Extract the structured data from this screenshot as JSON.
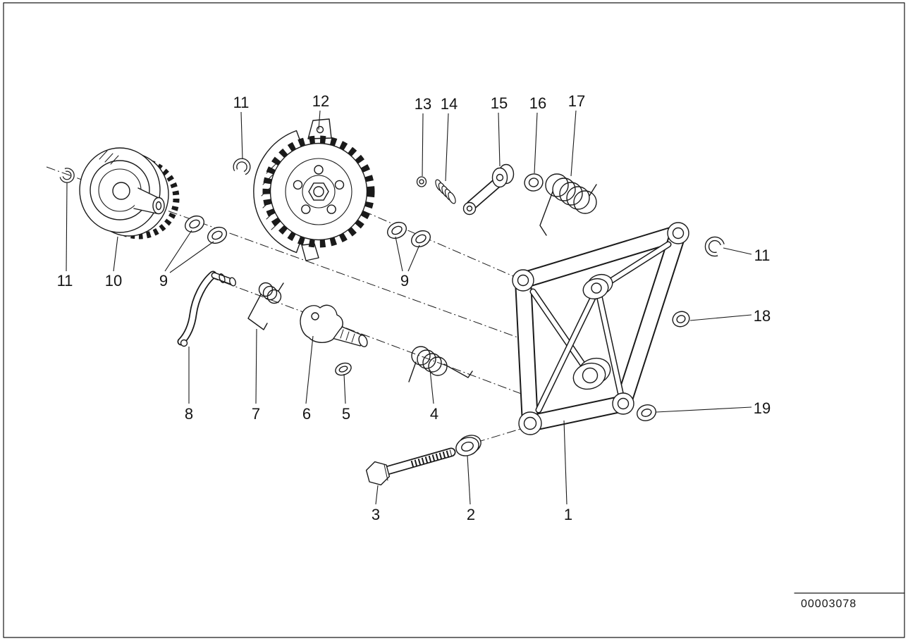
{
  "diagram": {
    "code": "00003078"
  },
  "colors": {
    "ink": "#1a1a1a",
    "background": "#ffffff"
  },
  "callouts": [
    {
      "label": "11"
    },
    {
      "label": "12"
    },
    {
      "label": "13"
    },
    {
      "label": "14"
    },
    {
      "label": "15"
    },
    {
      "label": "16"
    },
    {
      "label": "17"
    },
    {
      "label": "11"
    },
    {
      "label": "10"
    },
    {
      "label": "9"
    },
    {
      "label": "9"
    },
    {
      "label": "8"
    },
    {
      "label": "7"
    },
    {
      "label": "6"
    },
    {
      "label": "5"
    },
    {
      "label": "4"
    },
    {
      "label": "3"
    },
    {
      "label": "2"
    },
    {
      "label": "1"
    },
    {
      "label": "11"
    },
    {
      "label": "18"
    },
    {
      "label": "19"
    }
  ]
}
